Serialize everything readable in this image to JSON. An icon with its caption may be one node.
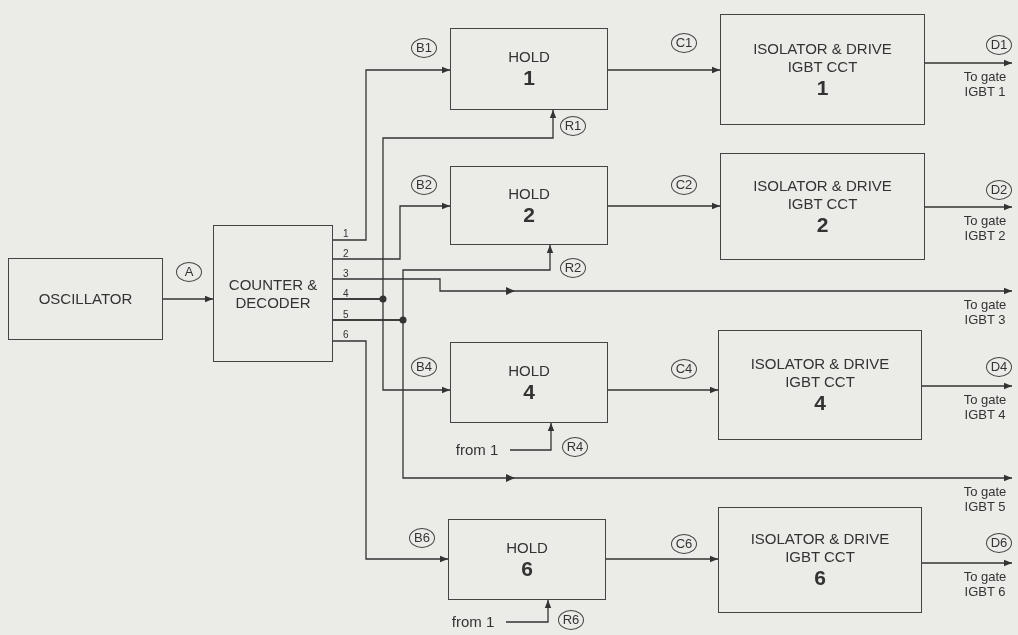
{
  "diagram": {
    "nodes": [
      {
        "text": [
          "OSCILLATOR"
        ]
      },
      {
        "text": [
          "COUNTER & DECODER"
        ]
      },
      {
        "text": [
          "HOLD",
          "1"
        ]
      },
      {
        "text": [
          "ISOLATOR & DRIVE IGBT CCT",
          "1"
        ]
      },
      {
        "text": [
          "HOLD",
          "2"
        ]
      },
      {
        "text": [
          "ISOLATOR & DRIVE IGBT CCT",
          "2"
        ]
      },
      {
        "text": [
          "HOLD",
          "4"
        ]
      },
      {
        "text": [
          "ISOLATOR & DRIVE IGBT CCT",
          "4"
        ]
      },
      {
        "text": [
          "from 1"
        ]
      },
      {
        "text": [
          "HOLD",
          "6"
        ]
      },
      {
        "text": [
          "ISOLATOR & DRIVE IGBT CCT",
          "6"
        ]
      },
      {
        "text": [
          "from 1"
        ]
      },
      {
        "text": [
          "To gate IGBT 1"
        ]
      },
      {
        "text": [
          "To gate IGBT 2"
        ]
      },
      {
        "text": [
          "To gate IGBT 3"
        ]
      },
      {
        "text": [
          "To gate IGBT 4"
        ]
      },
      {
        "text": [
          "To gate IGBT 5"
        ]
      },
      {
        "text": [
          "To gate IGBT 6"
        ]
      }
    ],
    "edges": [
      {
        "from": 0,
        "to": 1,
        "arrow": "to"
      },
      {
        "from": 1,
        "to": 2,
        "arrow": "to"
      },
      {
        "from": 1,
        "to": 4,
        "arrow": "to"
      },
      {
        "from": 1,
        "to": 14,
        "arrow": "to"
      },
      {
        "from": 1,
        "to": 2,
        "arrow": "to"
      },
      {
        "from": 1,
        "to": 6,
        "arrow": "to"
      },
      {
        "from": 1,
        "to": 4,
        "arrow": "to"
      },
      {
        "from": 1,
        "to": 16,
        "arrow": "to"
      },
      {
        "from": 1,
        "to": 9,
        "arrow": "to"
      },
      {
        "from": 2,
        "to": 3,
        "arrow": "to"
      },
      {
        "from": 4,
        "to": 5,
        "arrow": "to"
      },
      {
        "from": 6,
        "to": 7,
        "arrow": "to"
      },
      {
        "from": 9,
        "to": 10,
        "arrow": "to"
      },
      {
        "from": 3,
        "to": 12,
        "arrow": "to"
      },
      {
        "from": 5,
        "to": 13,
        "arrow": "to"
      },
      {
        "from": 7,
        "to": 15,
        "arrow": "to"
      },
      {
        "from": 10,
        "to": 17,
        "arrow": "to"
      },
      {
        "from": 8,
        "to": 6,
        "arrow": "to"
      },
      {
        "from": 11,
        "to": 9,
        "arrow": "to"
      }
    ],
    "labels": [
      "A",
      "1",
      "2",
      "3",
      "4",
      "5",
      "6",
      "B1",
      "C1",
      "D1",
      "R1",
      "B2",
      "C2",
      "D2",
      "R2",
      "B4",
      "C4",
      "D4",
      "R4",
      "B6",
      "C6",
      "D6",
      "R6"
    ]
  }
}
